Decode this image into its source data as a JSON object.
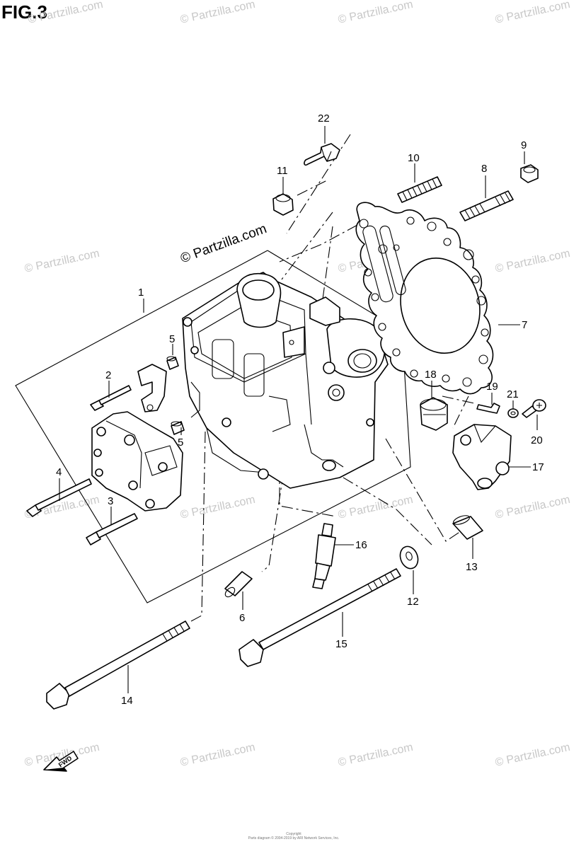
{
  "figure": {
    "title": "FIG.3"
  },
  "watermark": {
    "text": "© Partzilla.com"
  },
  "center_watermark": {
    "text": "© Partzilla.com"
  },
  "fwd_arrow": {
    "label": "FWD"
  },
  "copyright": {
    "line1": "Copyright",
    "line2": "Parts diagram © 2004-2019 by ARI Network Services, Inc."
  },
  "callouts": {
    "p1": "1",
    "p2": "2",
    "p3": "3",
    "p4": "4",
    "p5a": "5",
    "p5b": "5",
    "p6": "6",
    "p7": "7",
    "p8": "8",
    "p9": "9",
    "p10": "10",
    "p11": "11",
    "p12": "12",
    "p13": "13",
    "p14": "14",
    "p15": "15",
    "p16": "16",
    "p17": "17",
    "p18": "18",
    "p19": "19",
    "p20": "20",
    "p21": "21",
    "p22": "22"
  }
}
